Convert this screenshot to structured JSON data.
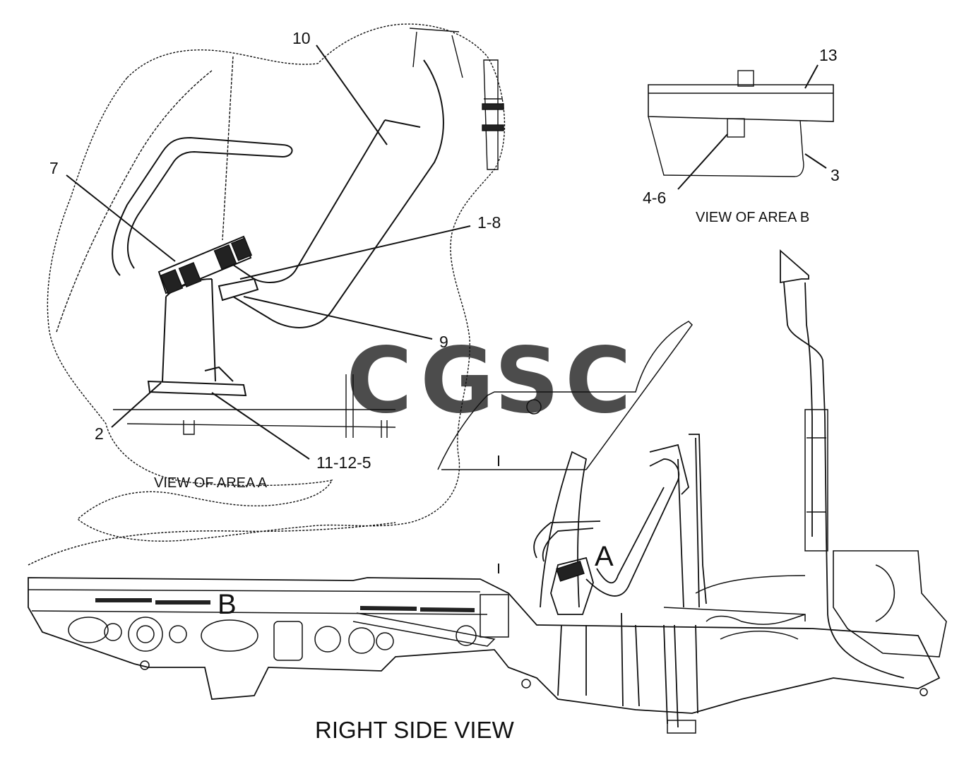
{
  "captions": {
    "view_a": "VIEW OF AREA A",
    "view_b": "VIEW OF AREA B",
    "right_side": "RIGHT SIDE VIEW"
  },
  "callouts": {
    "c10": "10",
    "c7": "7",
    "c1_8": "1-8",
    "c9": "9",
    "c2": "2",
    "c11_12_5": "11-12-5",
    "c13": "13",
    "c3": "3",
    "c4_6": "4-6"
  },
  "area_markers": {
    "a": "A",
    "b": "B"
  },
  "watermark": {
    "letters": [
      "C",
      "G",
      "S",
      "C"
    ],
    "colors": [
      "#4f8ff7",
      "#f26b64",
      "#f8d24a",
      "#3aa86b"
    ]
  }
}
